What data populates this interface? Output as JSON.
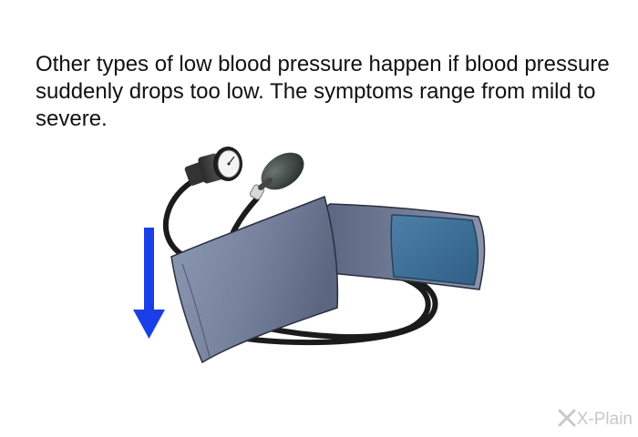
{
  "caption": {
    "text": "Other types of low blood pressure happen if blood pressure suddenly drops too low. The symptoms range from mild to severe."
  },
  "illustration": {
    "subject": "blood-pressure-cuff",
    "arrow_direction": "down",
    "arrow_color": "#1a3fe6",
    "cuff_color": "#7a869e",
    "pad_color": "#3f6f95"
  },
  "logo": {
    "text": "X-Plain"
  }
}
